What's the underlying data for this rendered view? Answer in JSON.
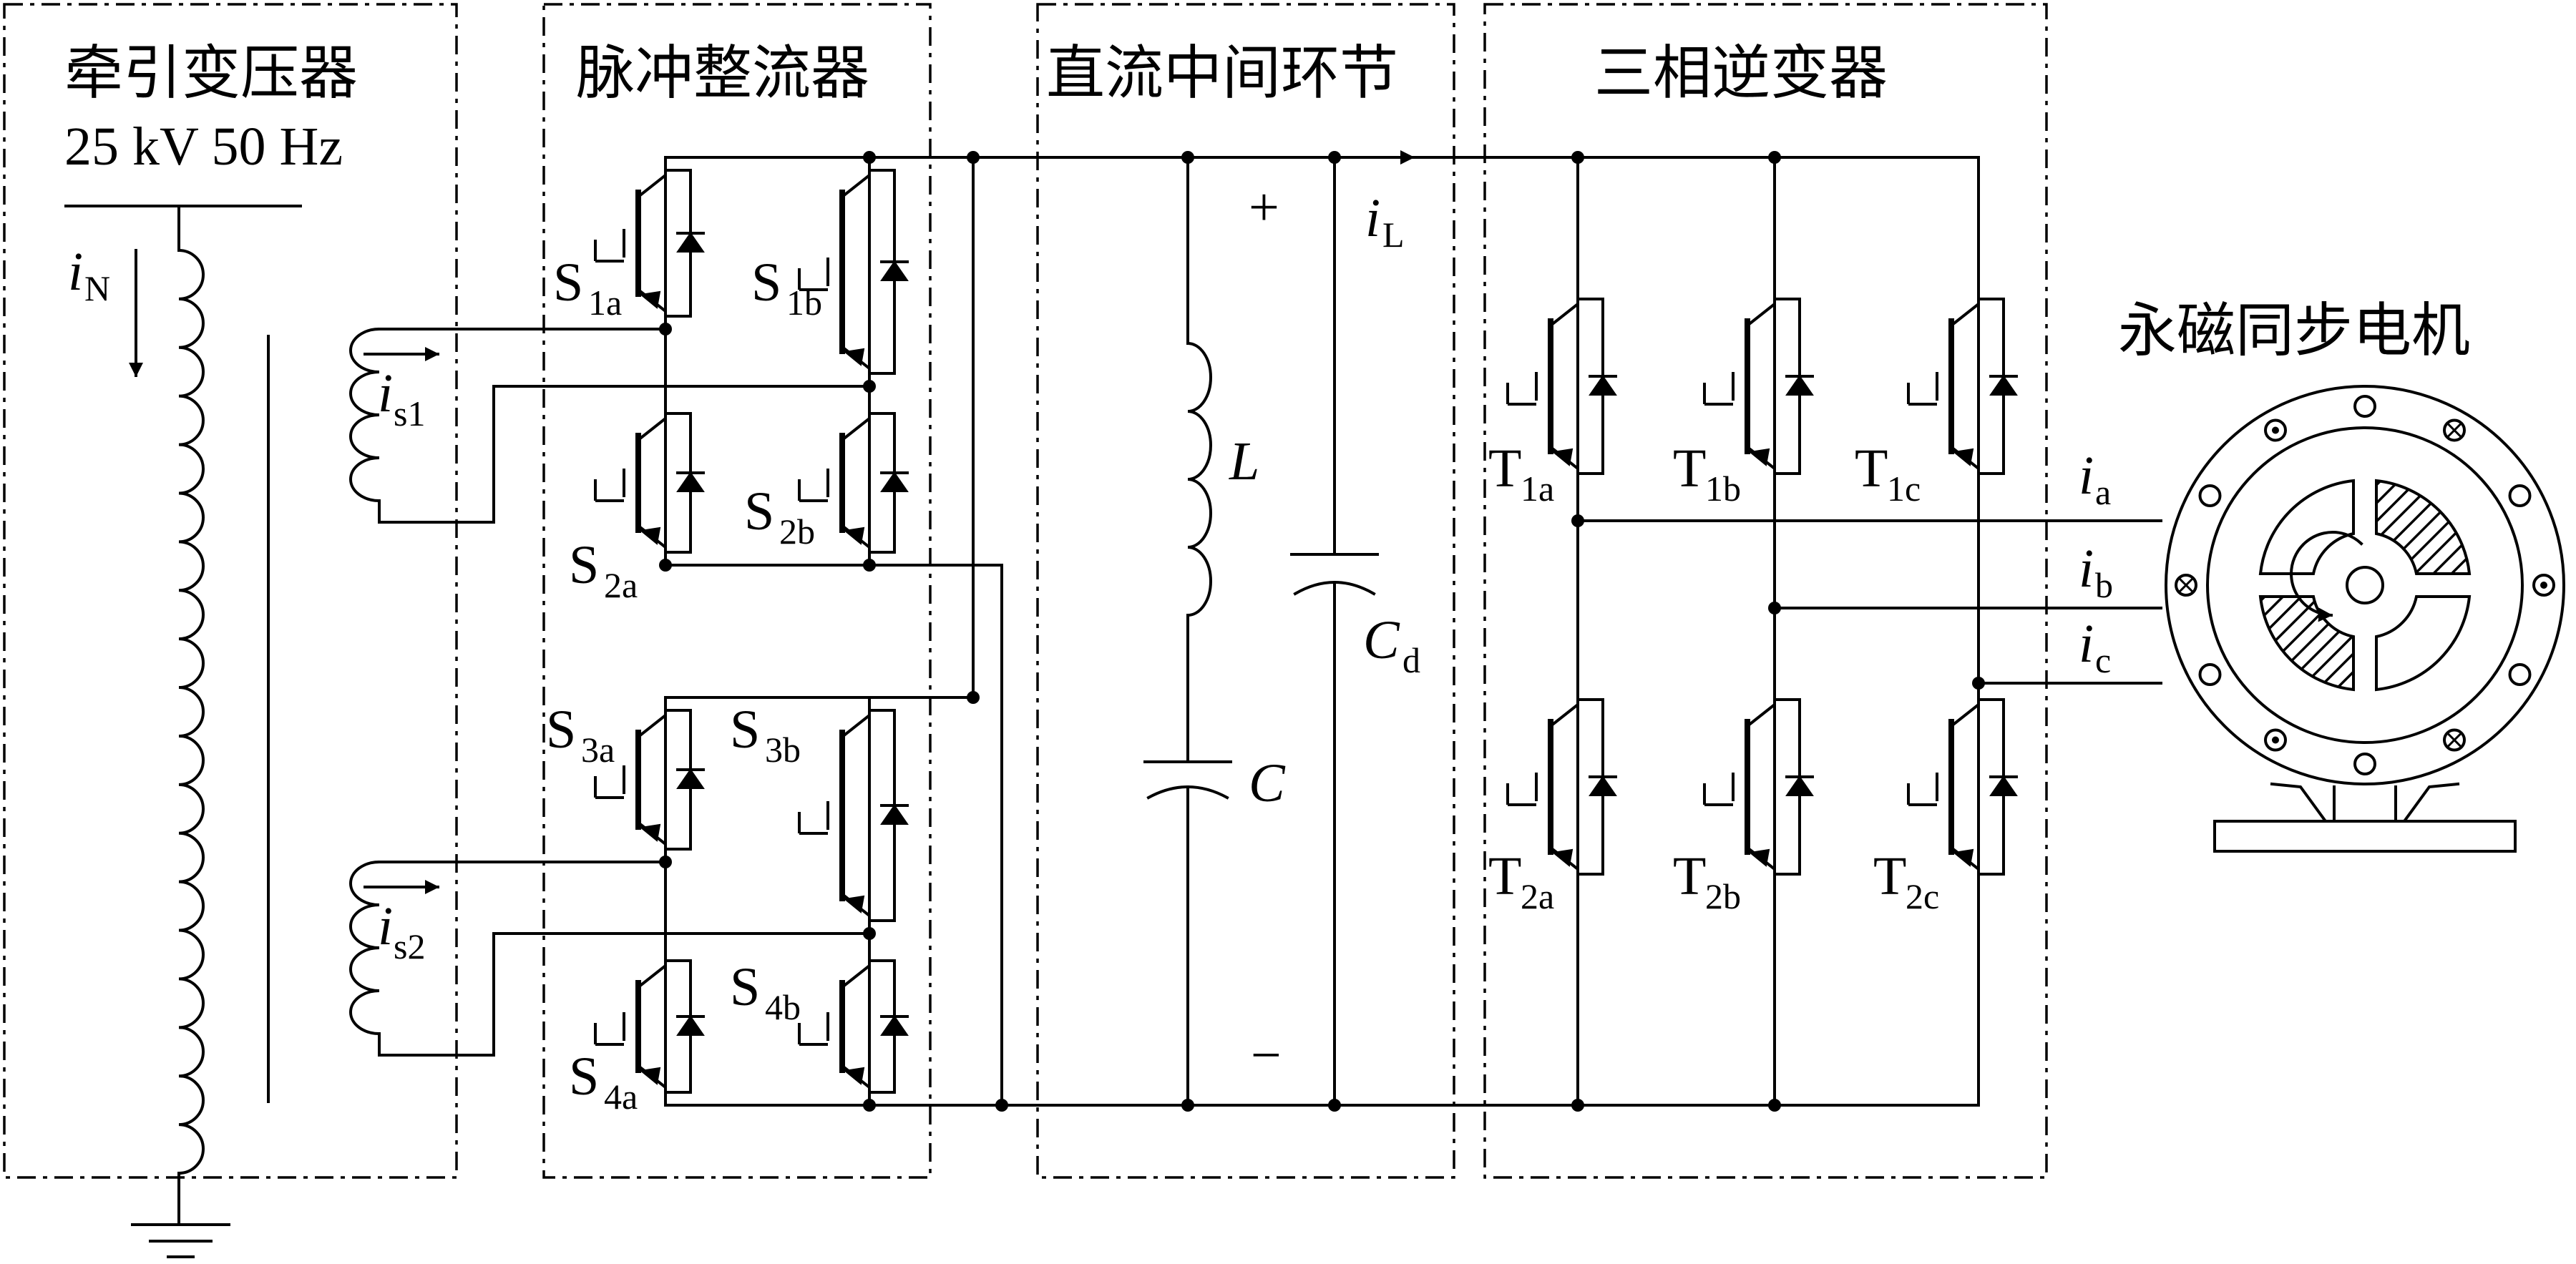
{
  "blocks": {
    "traction_transformer": {
      "title": "牵引变压器",
      "rating": "25 kV 50 Hz"
    },
    "pulse_rectifier": {
      "title": "脉冲整流器"
    },
    "dc_link": {
      "title": "直流中间环节"
    },
    "three_phase_inverter": {
      "title": "三相逆变器"
    },
    "pmsm": {
      "title": "永磁同步电机"
    }
  },
  "currents": {
    "primary": {
      "sym": "i",
      "sub": "N"
    },
    "secondary1": {
      "sym": "i",
      "sub": "s1"
    },
    "secondary2": {
      "sym": "i",
      "sub": "s2"
    },
    "load": {
      "sym": "i",
      "sub": "L"
    },
    "phase_a": {
      "sym": "i",
      "sub": "a"
    },
    "phase_b": {
      "sym": "i",
      "sub": "b"
    },
    "phase_c": {
      "sym": "i",
      "sub": "c"
    }
  },
  "rectifier_switches": [
    {
      "id": "s1a",
      "sym": "S",
      "sub": "1a"
    },
    {
      "id": "s1b",
      "sym": "S",
      "sub": "1b"
    },
    {
      "id": "s2a",
      "sym": "S",
      "sub": "2a"
    },
    {
      "id": "s2b",
      "sym": "S",
      "sub": "2b"
    },
    {
      "id": "s3a",
      "sym": "S",
      "sub": "3a"
    },
    {
      "id": "s3b",
      "sym": "S",
      "sub": "3b"
    },
    {
      "id": "s4a",
      "sym": "S",
      "sub": "4a"
    },
    {
      "id": "s4b",
      "sym": "S",
      "sub": "4b"
    }
  ],
  "inverter_switches": [
    {
      "id": "t1a",
      "sym": "T",
      "sub": "1a"
    },
    {
      "id": "t1b",
      "sym": "T",
      "sub": "1b"
    },
    {
      "id": "t1c",
      "sym": "T",
      "sub": "1c"
    },
    {
      "id": "t2a",
      "sym": "T",
      "sub": "2a"
    },
    {
      "id": "t2b",
      "sym": "T",
      "sub": "2b"
    },
    {
      "id": "t2c",
      "sym": "T",
      "sub": "2c"
    }
  ],
  "dc_components": {
    "inductor": "L",
    "capacitor_c": "C",
    "capacitor_cd": {
      "sym": "C",
      "sub": "d"
    },
    "plus": "+",
    "minus": "−"
  }
}
